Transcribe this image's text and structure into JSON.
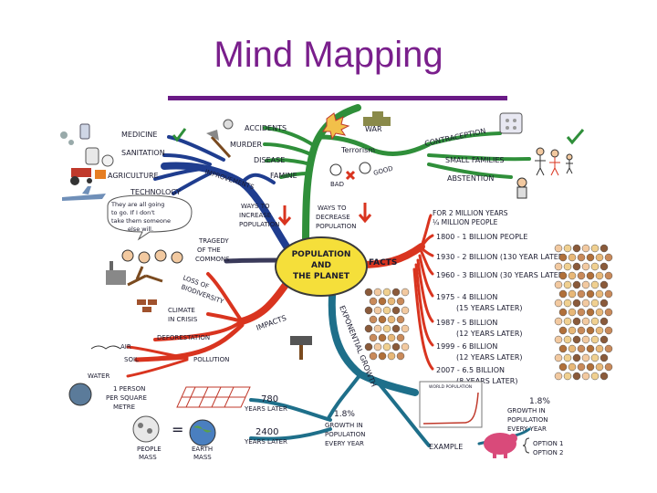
{
  "slide": {
    "title": "Mind Mapping"
  },
  "center": {
    "line1": "POPULATION",
    "line2": "AND",
    "line3": "THE PLANET"
  },
  "branches": {
    "causes": {
      "medicine": "MEDICINE",
      "sanitation": "SANITATION",
      "agriculture": "AGRICULTURE",
      "technology": "TECHNOLOGY",
      "improvements": "IMPROVEMENTS"
    },
    "deaths": {
      "accidents": "ACCIDENTS",
      "murder": "MURDER",
      "disease": "DISEASE",
      "famine": "FAMINE",
      "war": "WAR",
      "terrorism": "Terrorism",
      "bad": "BAD",
      "good": "GOOD"
    },
    "ways_to_increase": {
      "line1": "WAYS TO",
      "line2": "INCREASE",
      "line3": "POPULATION"
    },
    "ways_to_decrease": {
      "line1": "WAYS TO",
      "line2": "DECREASE",
      "line3": "POPULATION"
    },
    "family": {
      "contraception": "CONTRACEPTION",
      "small_families": "SMALL FAMILIES",
      "abstention": "ABSTENTION"
    },
    "tragedy": {
      "speech1": "They are all going",
      "speech2": "to go. If I don't",
      "speech3": "take them someone",
      "speech4": "else will.",
      "label1": "TRAGEDY",
      "label2": "OF THE",
      "label3": "COMMONS"
    },
    "facts": {
      "label": "FACTS",
      "intro1": "FOR 2 MILLION YEARS",
      "intro2": "¼ MILLION PEOPLE",
      "items": [
        "1800 - 1 BILLION PEOPLE",
        "1930 - 2 BILLION (130 YEAR LATER)",
        "1960 - 3 BILLION (30 YEARS LATER)",
        "1975 - 4 BILLION",
        "(15 YEARS LATER)",
        "1987 - 5 BILLION",
        "(12 YEARS LATER)",
        "1999 - 6 BILLION",
        "(12 YEARS LATER)",
        "2007 - 6.5 BILLION",
        "(8 YEARS LATER)"
      ]
    },
    "impacts": {
      "label": "IMPACTS",
      "loss1": "LOSS OF",
      "loss2": "BIODIVERSITY",
      "climate1": "CLIMATE",
      "climate2": "IN CRISIS",
      "deforestation": "DEFORESTATION",
      "air": "AIR",
      "soil": "SOIL",
      "pollution": "POLLUTION",
      "water": "WATER"
    },
    "growth": {
      "label": "EXPONENTIAL GROWTH",
      "chart_title": "WORLD POPULATION",
      "rate1": "1.8%",
      "rate1_l1": "GROWTH IN",
      "rate1_l2": "POPULATION",
      "rate1_l3": "EVERY YEAR",
      "rate2": "1.8%",
      "rate2_l1": "GROWTH IN",
      "rate2_l2": "POPULATION",
      "rate2_l3": "EVERY YEAR",
      "example": "EXAMPLE",
      "option1": "OPTION 1",
      "option2": "OPTION 2"
    },
    "density": {
      "person1": "1 PERSON",
      "person2": "PER SQUARE",
      "person3": "METRE",
      "y780": "780",
      "y780_l": "YEARS LATER",
      "y2400": "2400",
      "y2400_l": "YEARS LATER",
      "people1": "PEOPLE",
      "people2": "MASS",
      "earth1": "EARTH",
      "earth2": "MASS"
    }
  },
  "colors": {
    "title": "#7a1f8c",
    "causes": "#1f3d8f",
    "deaths": "#2f8f3a",
    "facts": "#d9341f",
    "impacts": "#d9341f",
    "growth": "#1e6f8a",
    "center": "#f5df3a"
  }
}
